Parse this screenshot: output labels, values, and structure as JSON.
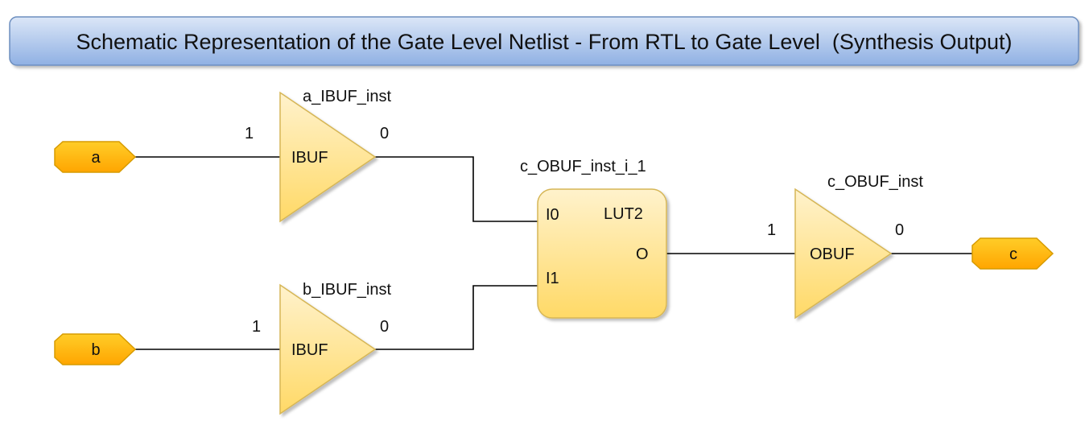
{
  "title": "Schematic Representation of the Gate Level Netlist - From RTL to Gate Level  (Synthesis Output)",
  "colors": {
    "title_fill_top": "#dbe6f7",
    "title_fill_bottom": "#8fb0e3",
    "title_border": "#6c8ebf",
    "gate_fill_top": "#fff2cc",
    "gate_fill_bottom": "#ffd966",
    "gate_border": "#d6b656",
    "port_fill_top": "#ffcd28",
    "port_fill_bottom": "#ffa500",
    "port_border": "#d79b00",
    "wire": "#000000"
  },
  "ports": {
    "a": {
      "label": "a"
    },
    "b": {
      "label": "b"
    },
    "c": {
      "label": "c"
    }
  },
  "cells": {
    "a_ibuf": {
      "instance": "a_IBUF_inst",
      "type": "IBUF",
      "in_pin": "1",
      "out_pin": "0"
    },
    "b_ibuf": {
      "instance": "b_IBUF_inst",
      "type": "IBUF",
      "in_pin": "1",
      "out_pin": "0"
    },
    "lut": {
      "instance": "c_OBUF_inst_i_1",
      "type": "LUT2",
      "pin_i0": "I0",
      "pin_i1": "I1",
      "pin_o": "O"
    },
    "c_obuf": {
      "instance": "c_OBUF_inst",
      "type": "OBUF",
      "in_pin": "1",
      "out_pin": "0"
    }
  }
}
